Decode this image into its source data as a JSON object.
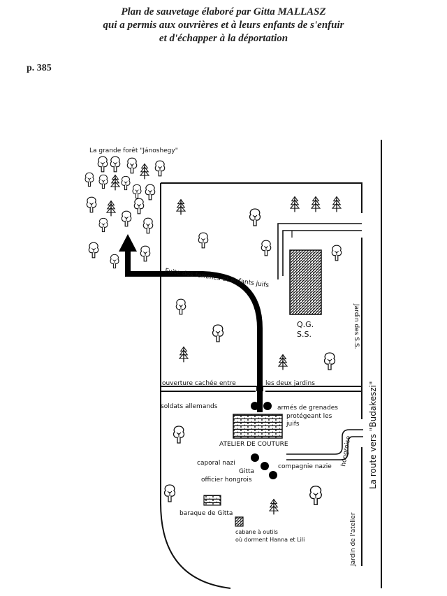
{
  "caption": {
    "lines": [
      "Plan de sauvetage élaboré par Gitta MALLASZ",
      "qui a permis aux ouvrières et à leurs enfants de s'enfuir",
      "et d'échapper à la déportation"
    ]
  },
  "page_ref": "p. 385",
  "map": {
    "forest": "La grande forêt \"Jánoshegy\"",
    "escape": "Fuite des femmes et enfants juifs",
    "hq_line1": "Q.G.",
    "hq_line2": "S.S.",
    "ss_garden": "Jardin des S.S.",
    "opening_left": "ouverture cachée entre",
    "opening_right": "les deux jardins",
    "soldiers_left": "soldats allemands",
    "soldiers_right_1": "armés de grenades",
    "soldiers_right_2": "protégeant les",
    "soldiers_right_3": "juifs",
    "workshop": "ATELIER DE COUTURE",
    "corporal": "caporal nazi",
    "gitta": "Gitta",
    "officer": "officier hongrois",
    "company": "compagnie nazie",
    "company_2": "hongroise",
    "barrack": "baraque de Gitta",
    "hut_1": "cabane à outils",
    "hut_2": "où dorment Hanna et Lili",
    "workshop_garden": "Jardin de l'atelier",
    "road": "La route vers \"Budakeszi\""
  }
}
